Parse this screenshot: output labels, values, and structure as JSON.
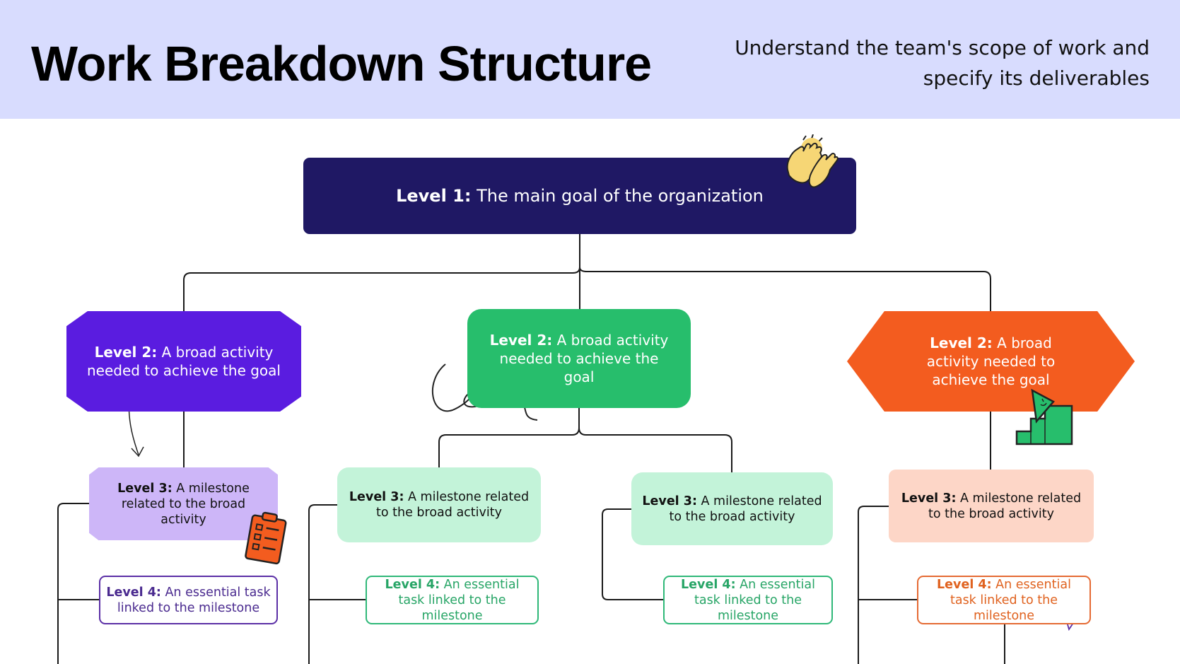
{
  "header": {
    "title": "Work Breakdown Structure",
    "subtitle": "Understand the team's scope of work and specify its deliverables"
  },
  "level1": {
    "label": "Level 1:",
    "text": " The main goal of the organization"
  },
  "level2": [
    {
      "label": "Level 2:",
      "text": " A broad activity needed to achieve the goal"
    },
    {
      "label": "Level 2:",
      "text": " A broad activity needed to achieve the goal"
    },
    {
      "label": "Level 2:",
      "text": " A broad activity needed to achieve the goal"
    }
  ],
  "level3": [
    {
      "label": "Level 3:",
      "text": " A milestone related to the broad activity"
    },
    {
      "label": "Level 3:",
      "text": " A milestone related to the broad activity"
    },
    {
      "label": "Level 3:",
      "text": " A milestone related to the broad activity"
    },
    {
      "label": "Level 3:",
      "text": " A milestone related to the broad activity"
    }
  ],
  "level4": [
    {
      "label": "Level 4:",
      "text": " An essential task linked to the milestone"
    },
    {
      "label": "Level 4:",
      "text": " An essential task linked to the milestone"
    },
    {
      "label": "Level 4:",
      "text": " An essential task linked to the milestone"
    },
    {
      "label": "Level 4:",
      "text": " An essential task linked to the milestone"
    }
  ],
  "colors": {
    "header_bg": "#d8dcfe",
    "level1": "#1f1864",
    "purple": "#5a1ce0",
    "green": "#27be6c",
    "orange": "#f35c1f"
  }
}
